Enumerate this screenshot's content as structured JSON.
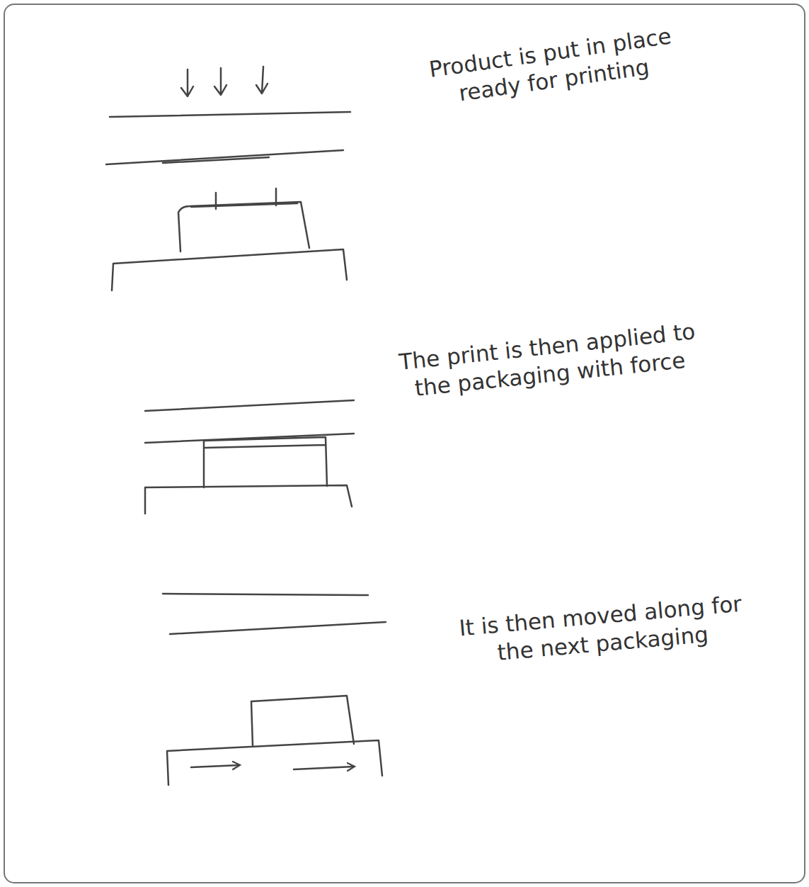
{
  "diagram": {
    "labels": [
      "Product is put in place ready for printing",
      "The print is then applied to the packaging with force",
      "It is then moved along for the next packaging"
    ]
  }
}
